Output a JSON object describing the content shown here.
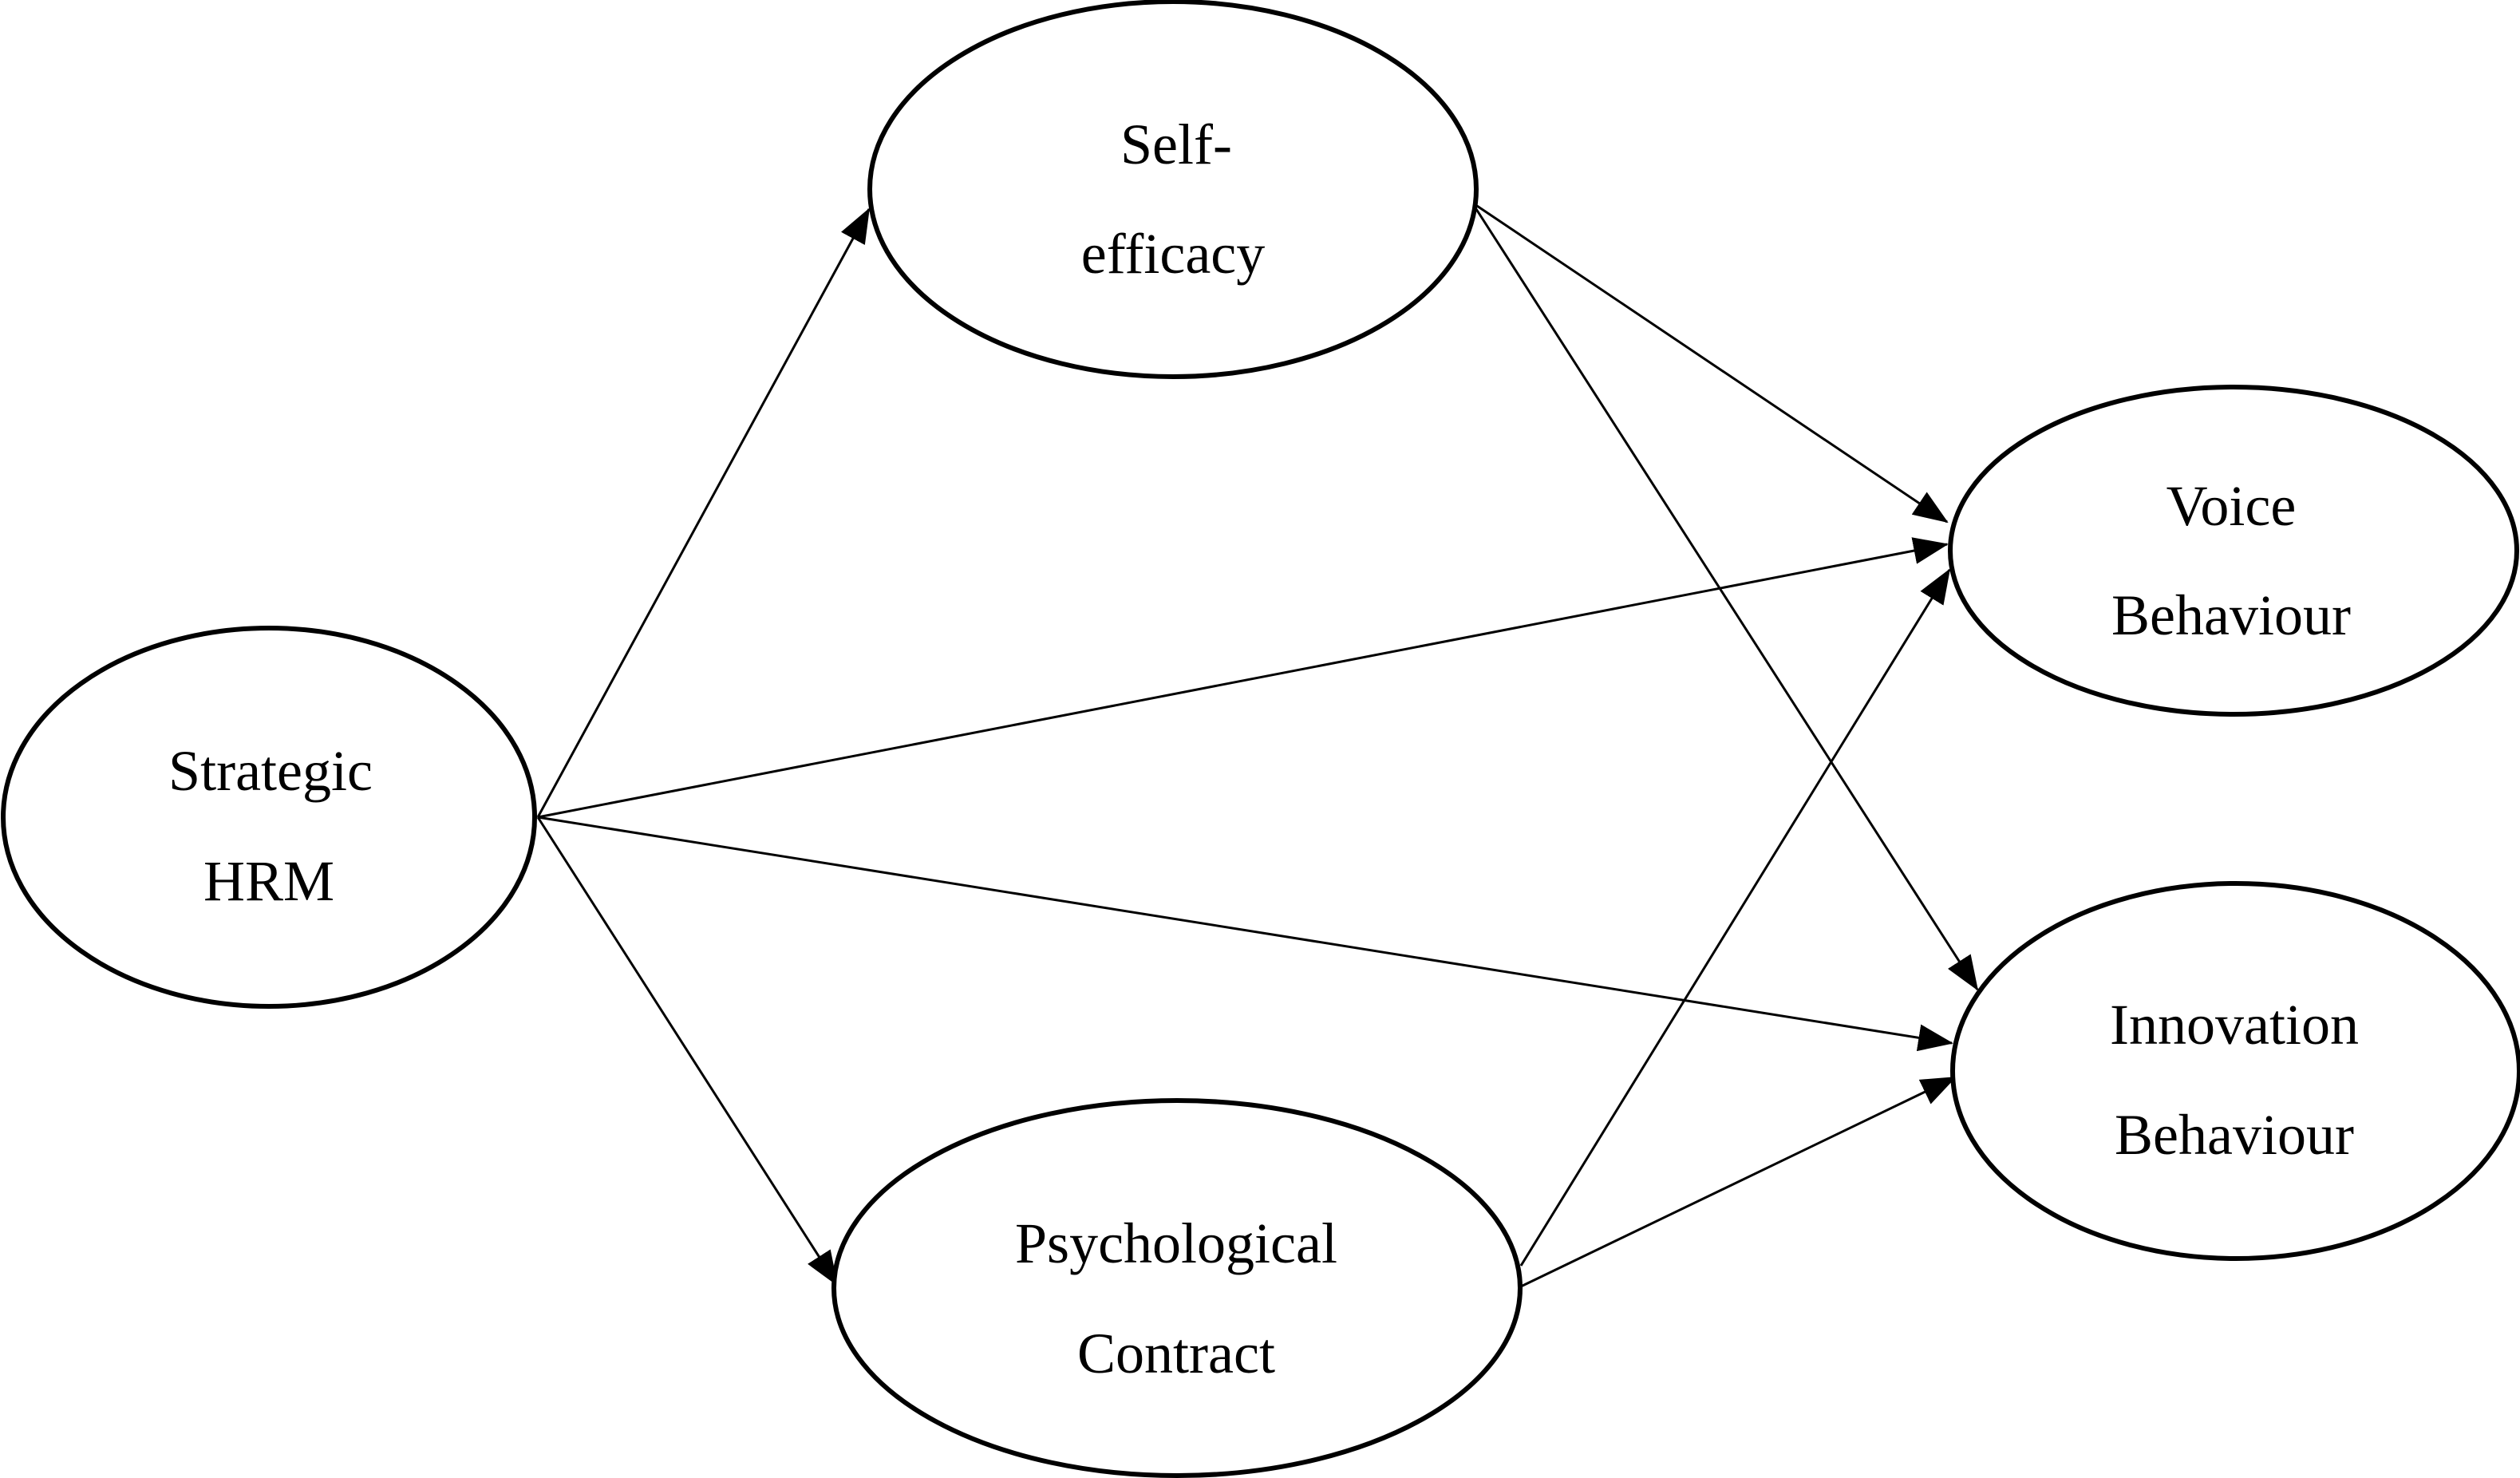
{
  "nodes": {
    "self_efficacy": {
      "line1": "Self-",
      "line2": "efficacy"
    },
    "strategic_hrm": {
      "line1": "Strategic",
      "line2": "HRM"
    },
    "voice_behaviour": {
      "line1": "Voice",
      "line2": "Behaviour"
    },
    "innovation_behaviour": {
      "line1": "Innovation",
      "line2": "Behaviour"
    },
    "psychological_contract": {
      "line1": "Psychological",
      "line2": "Contract"
    }
  },
  "edges": [
    {
      "from": "Strategic HRM",
      "to": "Self-efficacy"
    },
    {
      "from": "Strategic HRM",
      "to": "Psychological Contract"
    },
    {
      "from": "Strategic HRM",
      "to": "Voice Behaviour"
    },
    {
      "from": "Strategic HRM",
      "to": "Innovation Behaviour"
    },
    {
      "from": "Self-efficacy",
      "to": "Voice Behaviour"
    },
    {
      "from": "Self-efficacy",
      "to": "Innovation Behaviour"
    },
    {
      "from": "Psychological Contract",
      "to": "Voice Behaviour"
    },
    {
      "from": "Psychological Contract",
      "to": "Innovation Behaviour"
    }
  ]
}
